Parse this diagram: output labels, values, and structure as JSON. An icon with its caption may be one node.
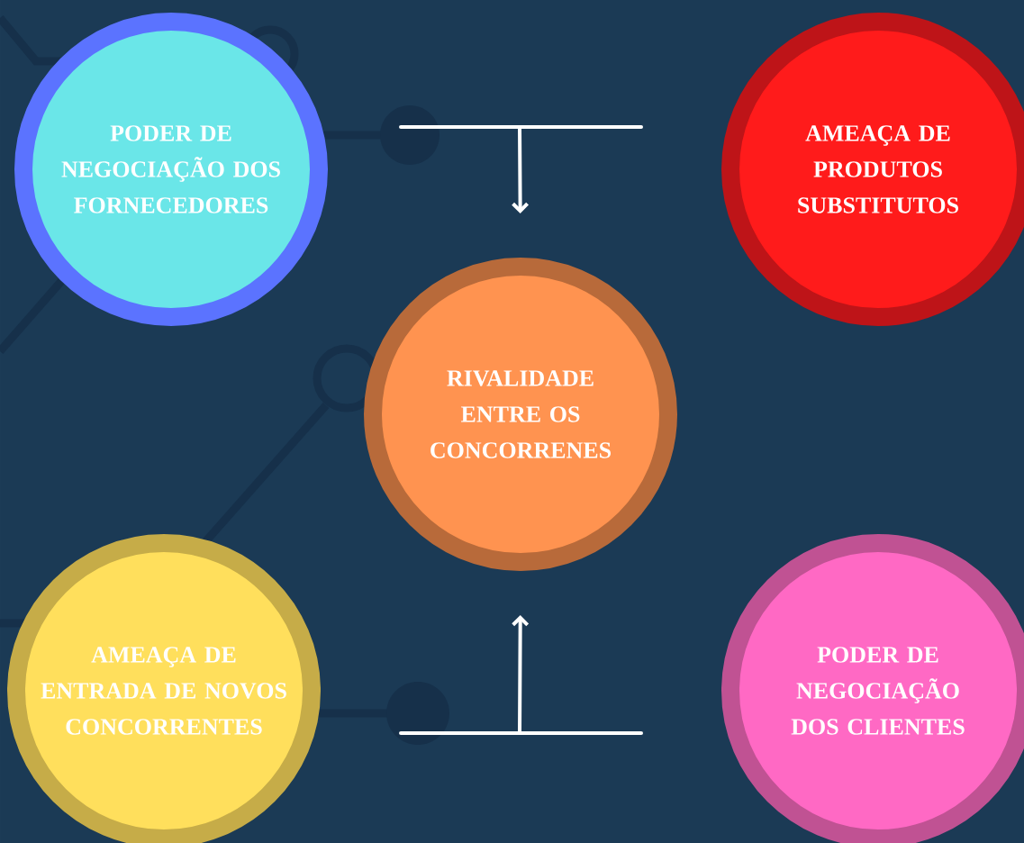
{
  "diagram": {
    "nodes": [
      {
        "text": [
          "PODER DE NEGOCIAÇÃO DOS FORNECEDORES"
        ]
      },
      {
        "text": [
          "AMEAÇA DE PRODUTOS SUBSTITUTOS"
        ]
      },
      {
        "text": [
          "RIVALIDADE ENTRE OS CONCORRENES"
        ]
      },
      {
        "text": [
          "AMEAÇA DE ENTRADA DE NOVOS CONCORRENTES"
        ]
      },
      {
        "text": [
          "PODER DE NEGOCIAÇÃO DOS CLIENTES"
        ]
      }
    ],
    "edges": [
      {
        "from": null,
        "to": 2,
        "arrow": "to"
      },
      {
        "from": null,
        "to": 2,
        "arrow": "to"
      }
    ]
  }
}
